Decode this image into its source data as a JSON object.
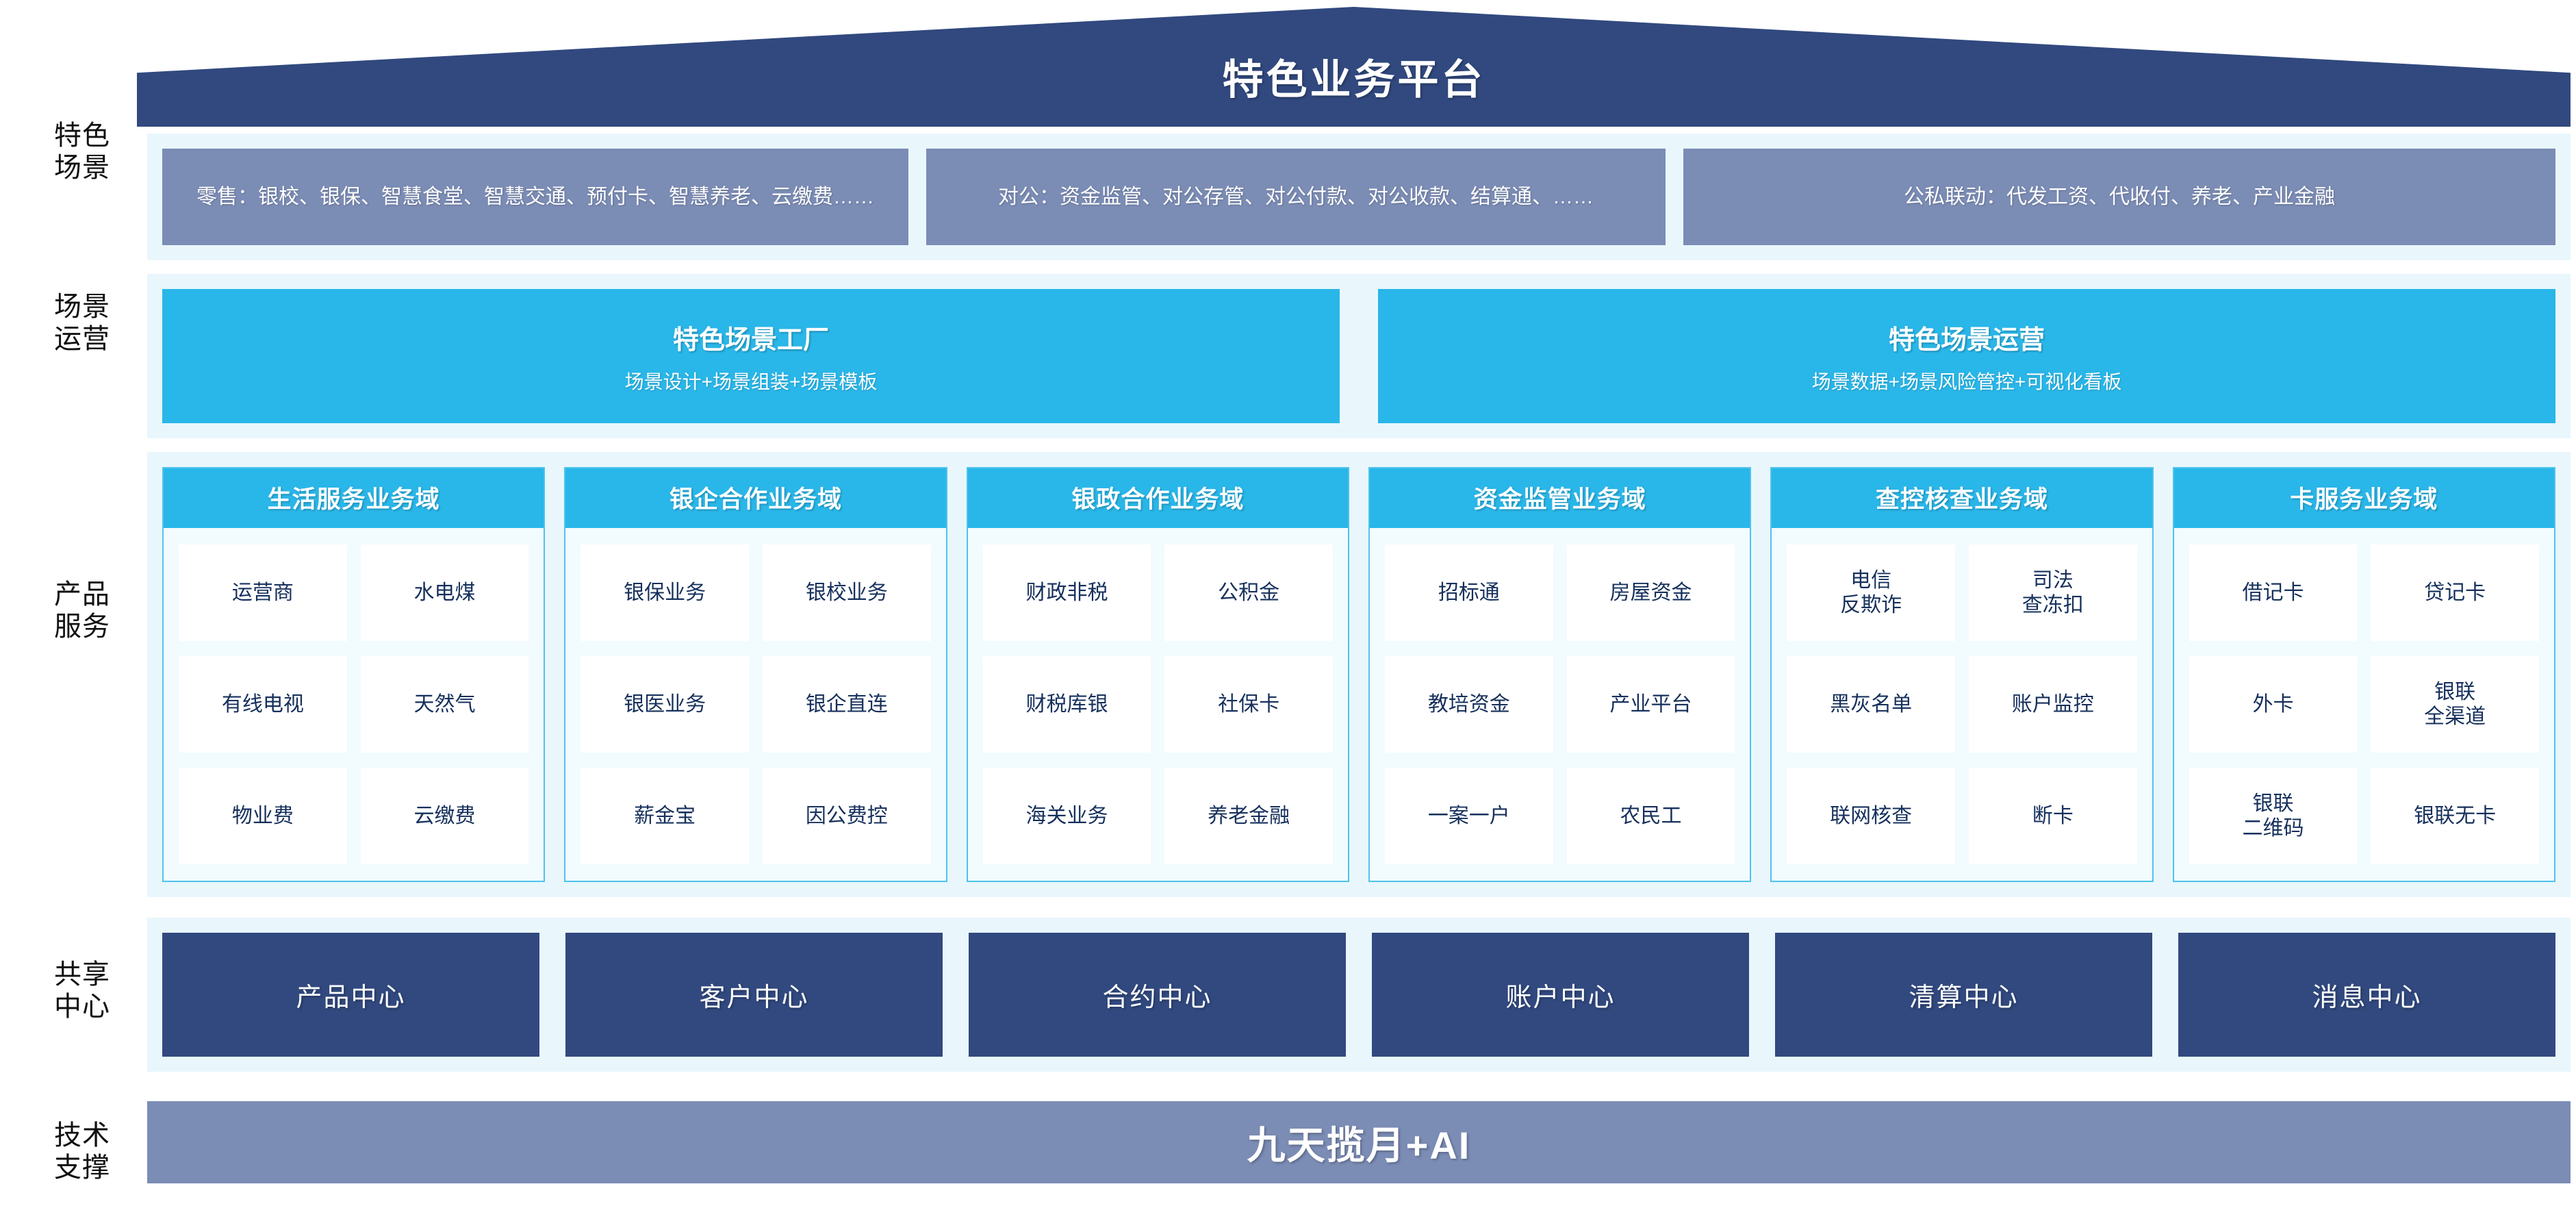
{
  "header": {
    "title": "特色业务平台",
    "banner_color": "#31497f"
  },
  "colors": {
    "navy": "#31497f",
    "slate": "#7b8cb5",
    "cyan": "#29b6e8",
    "panel_bg": "#e9f7fd",
    "cell_bg": "#ffffff",
    "cell_text": "#16305c"
  },
  "rows": {
    "scene": {
      "label": "特色\n场景",
      "boxes": [
        {
          "text": "零售：银校、银保、智慧食堂、智慧交通、预付卡、智慧养老、云缴费……"
        },
        {
          "text": "对公：资金监管、对公存管、对公付款、对公收款、结算通、……"
        },
        {
          "text": "公私联动：代发工资、代收付、养老、产业金融"
        }
      ]
    },
    "operation": {
      "label": "场景\n运营",
      "boxes": [
        {
          "title": "特色场景工厂",
          "subtitle": "场景设计+场景组装+场景模板"
        },
        {
          "title": "特色场景运营",
          "subtitle": "场景数据+场景风险管控+可视化看板"
        }
      ]
    },
    "product": {
      "label": "产品\n服务",
      "columns": [
        {
          "title": "生活服务业务域",
          "cells": [
            "运营商",
            "水电煤",
            "有线电视",
            "天然气",
            "物业费",
            "云缴费"
          ]
        },
        {
          "title": "银企合作业务域",
          "cells": [
            "银保业务",
            "银校业务",
            "银医业务",
            "银企直连",
            "薪金宝",
            "因公费控"
          ]
        },
        {
          "title": "银政合作业务域",
          "cells": [
            "财政非税",
            "公积金",
            "财税库银",
            "社保卡",
            "海关业务",
            "养老金融"
          ]
        },
        {
          "title": "资金监管业务域",
          "cells": [
            "招标通",
            "房屋资金",
            "教培资金",
            "产业平台",
            "一案一户",
            "农民工"
          ]
        },
        {
          "title": "查控核查业务域",
          "cells": [
            "电信\n反欺诈",
            "司法\n查冻扣",
            "黑灰名单",
            "账户监控",
            "联网核查",
            "断卡"
          ]
        },
        {
          "title": "卡服务业务域",
          "cells": [
            "借记卡",
            "贷记卡",
            "外卡",
            "银联\n全渠道",
            "银联\n二维码",
            "银联无卡"
          ]
        }
      ]
    },
    "shared": {
      "label": "共享\n中心",
      "boxes": [
        "产品中心",
        "客户中心",
        "合约中心",
        "账户中心",
        "清算中心",
        "消息中心"
      ]
    },
    "tech": {
      "label": "技术\n支撑",
      "text": "九天揽月+AI"
    }
  }
}
